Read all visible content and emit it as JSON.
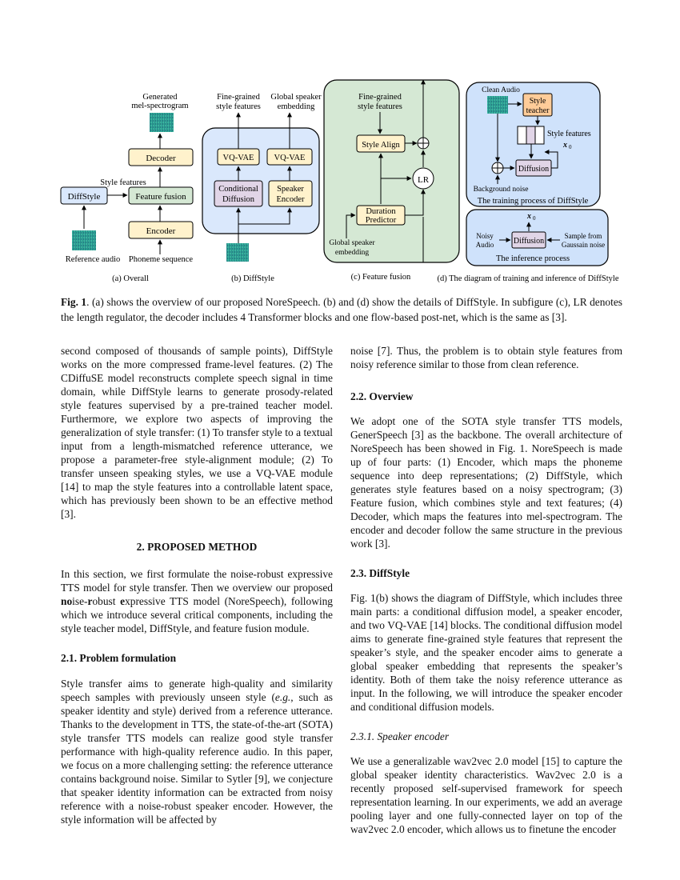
{
  "figure": {
    "overall": {
      "generated": "Generated",
      "melspec": "mel-spectrogram",
      "decoder": "Decoder",
      "style_features": "Style features",
      "diffstyle": "DiffStyle",
      "feature_fusion": "Feature fusion",
      "encoder": "Encoder",
      "reference_audio": "Reference audio",
      "phoneme_sequence": "Phoneme sequence",
      "caption": "(a) Overall"
    },
    "diffstyle": {
      "fine_grained_1": "Fine-grained",
      "fine_grained_2": "style features",
      "global_1": "Global speaker",
      "global_2": "embedding",
      "vqvae": "VQ-VAE",
      "conditional_1": "Conditional",
      "conditional_2": "Diffusion",
      "speaker_1": "Speaker",
      "speaker_2": "Encoder",
      "caption": "(b) DiffStyle"
    },
    "fusion": {
      "fine_grained_1": "Fine-grained",
      "fine_grained_2": "style features",
      "style_align": "Style Align",
      "lr": "LR",
      "duration_1": "Duration",
      "duration_2": "Predictor",
      "global_1": "Global speaker",
      "global_2": "embedding",
      "caption": "(c) Feature fusion"
    },
    "training": {
      "clean_audio": "Clean Audio",
      "style_teacher_1": "Style",
      "style_teacher_2": "teacher",
      "style_features": "Style features",
      "x0": "x",
      "x0_sub": "0",
      "diffusion": "Diffusion",
      "background_noise": "Background noise",
      "process": "The training process of DiffStyle"
    },
    "inference": {
      "x0hat": "x",
      "x0hat_sub": "0",
      "noisy_1": "Noisy",
      "noisy_2": "Audio",
      "diffusion": "Diffusion",
      "sample_1": "Sample from",
      "sample_2": "Gaussain noise",
      "process": "The inference process"
    },
    "caption_d": "(d) The diagram of training and inference of DiffStyle"
  },
  "caption": {
    "label": "Fig. 1",
    "text": ". (a) shows the overview of our proposed NoreSpeech. (b) and (d) show the details of DiffStyle. In subfigure (c), LR denotes the length regulator, the decoder includes 4 Transformer blocks and one flow-based post-net, which is the same as [3]."
  },
  "left": {
    "p1": "second composed of thousands of sample points), DiffStyle works on the more compressed frame-level features. (2) The CDiffuSE model reconstructs complete speech signal in time domain, while DiffStyle learns to generate prosody-related style features supervised by a pre-trained teacher model. Furthermore, we explore two aspects of improving the generalization of style transfer: (1) To transfer style to a textual input from a length-mismatched reference utterance, we propose a parameter-free style-alignment module; (2) To transfer unseen speaking styles, we use a VQ-VAE module [14] to map the style features into a controllable latent space, which has previously been shown to be an effective method [3].",
    "sec2": "2.  PROPOSED METHOD",
    "p2_a": "In this section, we first formulate the noise-robust expressive TTS model for style transfer. Then we overview our proposed ",
    "p2_no": "no",
    "p2_ise": "ise-",
    "p2_r": "r",
    "p2_obust": "obust ",
    "p2_e": "e",
    "p2_b": "xpressive TTS model (NoreSpeech), following which we introduce several critical components, including the style teacher model, DiffStyle, and feature fusion module.",
    "sec21": "2.1.  Problem formulation",
    "p3_a": "Style transfer aims to generate high-quality and similarity speech samples with previously unseen style (",
    "p3_eg": "e.g.",
    "p3_b": ", such as speaker identity and style) derived from a reference utterance. Thanks to the development in TTS, the state-of-the-art (SOTA) style transfer TTS models can realize good style transfer performance with high-quality reference audio. In this paper, we focus on a more challenging setting: the reference utterance contains background noise. Similar to Sytler [9], we conjecture that speaker identity information can be extracted from noisy reference with a noise-robust speaker encoder. However, the style information will be affected by"
  },
  "right": {
    "p1": "noise [7]. Thus, the problem is to obtain style features from noisy reference similar to those from clean reference.",
    "sec22": "2.2.  Overview",
    "p2": "We adopt one of the SOTA style transfer TTS models, GenerSpeech [3] as the backbone. The overall architecture of NoreSpeech has been showed in Fig. 1. NoreSpeech is made up of four parts: (1) Encoder, which maps the phoneme sequence into deep representations; (2) DiffStyle, which generates style features based on a noisy spectrogram; (3) Feature fusion, which combines style and text features; (4) Decoder, which maps the features into mel-spectrogram. The encoder and decoder follow the same structure in the previous work [3].",
    "sec23": "2.3.  DiffStyle",
    "p3": "Fig. 1(b) shows the diagram of DiffStyle, which includes three main parts: a conditional diffusion model, a speaker encoder, and two VQ-VAE [14] blocks. The conditional diffusion model aims to generate fine-grained style features that represent the speaker’s style, and the speaker encoder aims to generate a global speaker embedding that represents the speaker’s identity. Both of them take the noisy reference utterance as input. In the following, we will introduce the speaker encoder and conditional diffusion models.",
    "sec231": "2.3.1.  Speaker encoder",
    "p4": "We use a generalizable wav2vec 2.0 model [15] to capture the global speaker identity characteristics. Wav2vec 2.0 is a recently proposed self-supervised framework for speech representation learning. In our experiments, we add an average pooling layer and one fully-connected layer on top of the wav2vec 2.0 encoder, which allows us to finetune the encoder"
  },
  "colors": {
    "yellow_block": "#fff2cc",
    "blue_block": "#dae8fc",
    "green_block": "#d5e8d4",
    "purple_block": "#e1d5e7",
    "orange_block": "#ffcc99",
    "blue_panel": "#cfe2fb",
    "green_panel": "#d5e8d4",
    "spectrogram": "#2a9d8f"
  }
}
